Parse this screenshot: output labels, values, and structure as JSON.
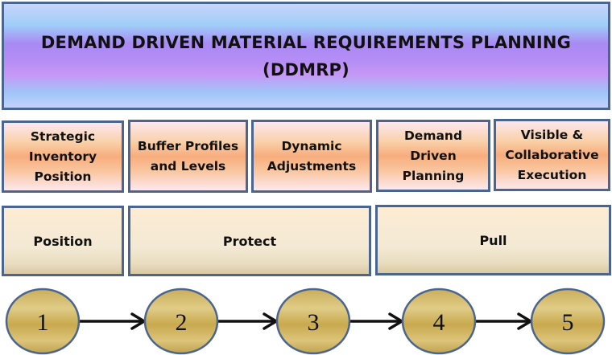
{
  "title": {
    "line1": "DEMAND DRIVEN MATERIAL REQUIREMENTS PLANNING",
    "line2": "(DDMRP)"
  },
  "components": [
    {
      "label": "Strategic Inventory Position"
    },
    {
      "label": "Buffer Profiles and Levels"
    },
    {
      "label": "Dynamic Adjustments"
    },
    {
      "label": "Demand Driven Planning"
    },
    {
      "label": "Visible & Collaborative Execution"
    }
  ],
  "phases": [
    {
      "label": "Position",
      "spans_components": [
        1
      ]
    },
    {
      "label": "Protect",
      "spans_components": [
        2,
        3
      ]
    },
    {
      "label": "Pull",
      "spans_components": [
        4,
        5
      ]
    }
  ],
  "steps": [
    {
      "label": "1"
    },
    {
      "label": "2"
    },
    {
      "label": "3"
    },
    {
      "label": "4"
    },
    {
      "label": "5"
    }
  ],
  "colors": {
    "border": "#4a6690",
    "title_band": "#a98af3",
    "component_fill": "#f7ad7d",
    "phase_fill": "#f3e9d4",
    "step_fill": "#d9be6a",
    "arrow": "#111111"
  }
}
